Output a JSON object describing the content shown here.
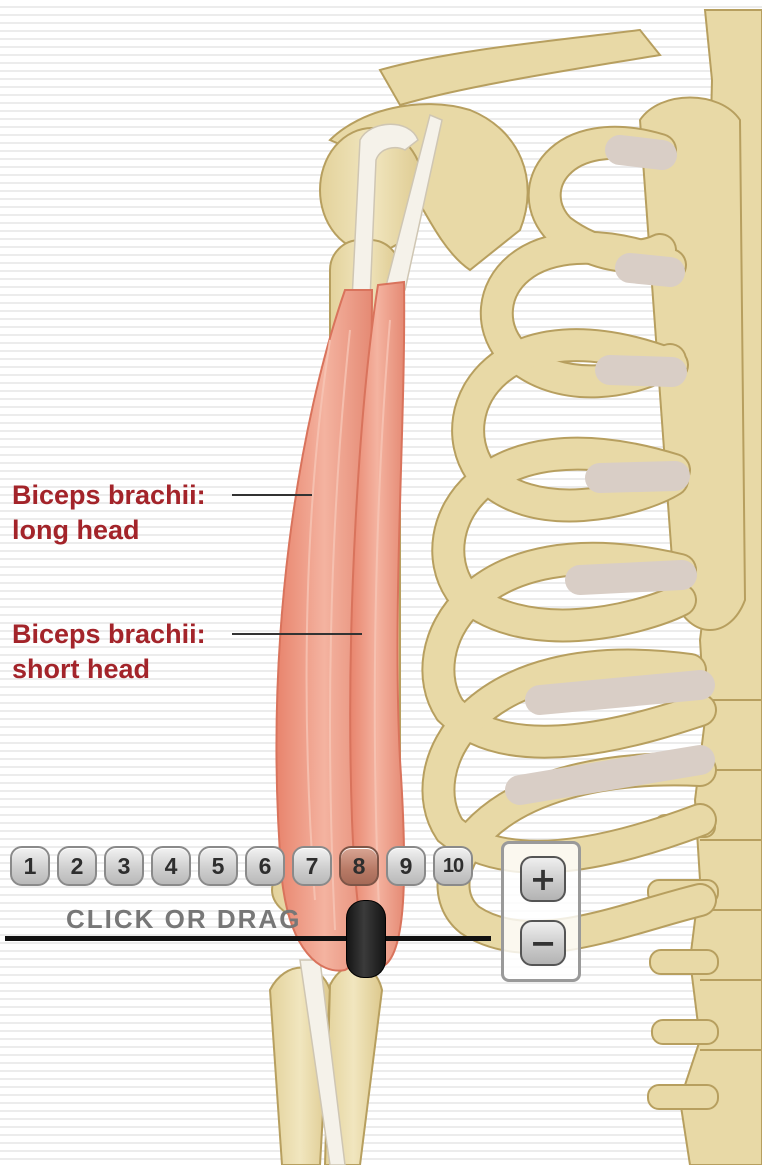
{
  "labels": {
    "long_head": [
      "Biceps brachii:",
      "long head"
    ],
    "short_head": [
      "Biceps brachii:",
      "short head"
    ]
  },
  "stepper": {
    "buttons": [
      "1",
      "2",
      "3",
      "4",
      "5",
      "6",
      "7",
      "8",
      "9",
      "10"
    ],
    "active": "8",
    "instruction": "CLICK OR DRAG"
  },
  "zoom": {
    "in_symbol": "+",
    "out_symbol": "−"
  },
  "colors": {
    "label_text": "#a3242a",
    "bone": "#e8d9a6",
    "bone_outline": "#b79f5f",
    "cartilage": "#d9cec6",
    "muscle": "#ef9f8a",
    "tendon": "#f5f2ea"
  },
  "icons": {
    "zoom_in": "plus-icon",
    "zoom_out": "minus-icon",
    "slider": "slider-thumb"
  }
}
